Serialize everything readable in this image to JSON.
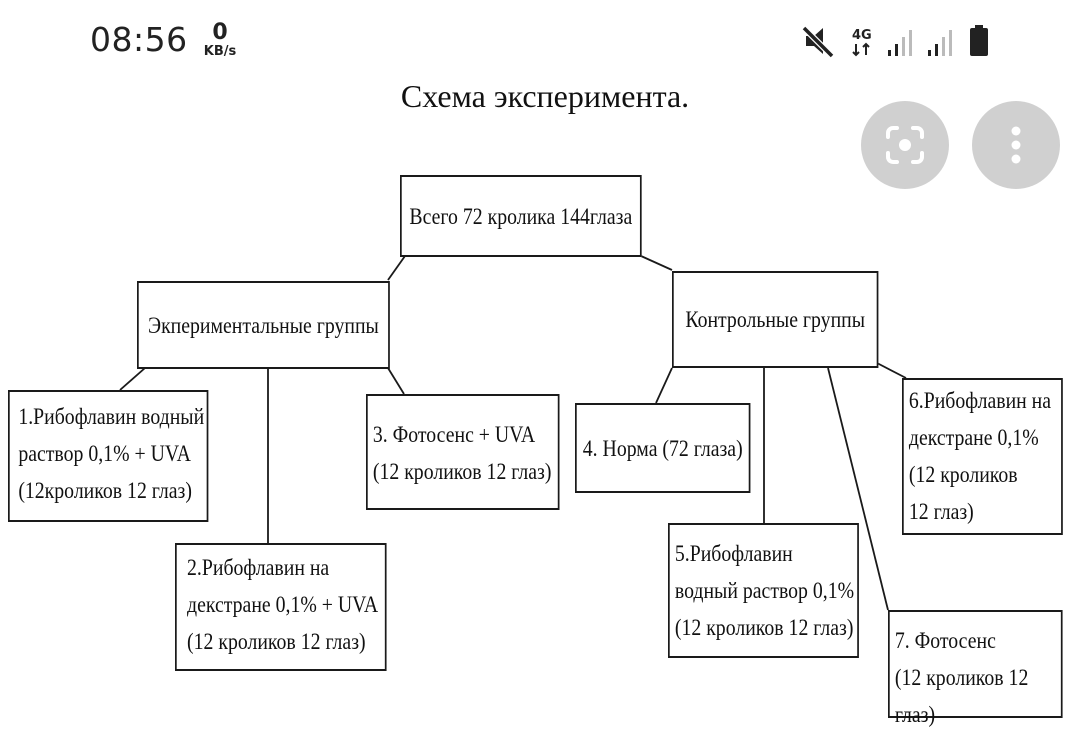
{
  "status_bar": {
    "time": "08:56",
    "net_speed_value": "0",
    "net_speed_unit": "KB/s",
    "network_type": "4G",
    "icons": [
      "mute-icon",
      "network-4g-icon",
      "signal-icon",
      "signal-icon",
      "battery-icon"
    ]
  },
  "overlay_buttons": {
    "icons": [
      "lens-scan-icon",
      "more-vertical-icon"
    ]
  },
  "diagram": {
    "title": "Схема эксперимента.",
    "root": "Всего 72 кролика 144глаза",
    "experimental": {
      "label": "Экпериментальные группы",
      "children": [
        "1.Рибофлавин водный\nраствор 0,1% + UVA\n(12кроликов 12 глаз)",
        "2.Рибофлавин на\nдекстране 0,1% + UVA\n(12 кроликов 12 глаз)",
        "3. Фотосенс + UVA\n(12 кроликов 12 глаз)"
      ]
    },
    "control": {
      "label": "Контрольные группы",
      "children": [
        "4. Норма (72 глаза)",
        "5.Рибофлавин\nводный раствор 0,1%\n(12 кроликов 12 глаз)",
        "6.Рибофлавин на\nдекстране 0,1%\n(12 кроликов\n12 глаз)",
        "7. Фотосенс\n(12 кроликов 12 глаз)"
      ]
    }
  }
}
